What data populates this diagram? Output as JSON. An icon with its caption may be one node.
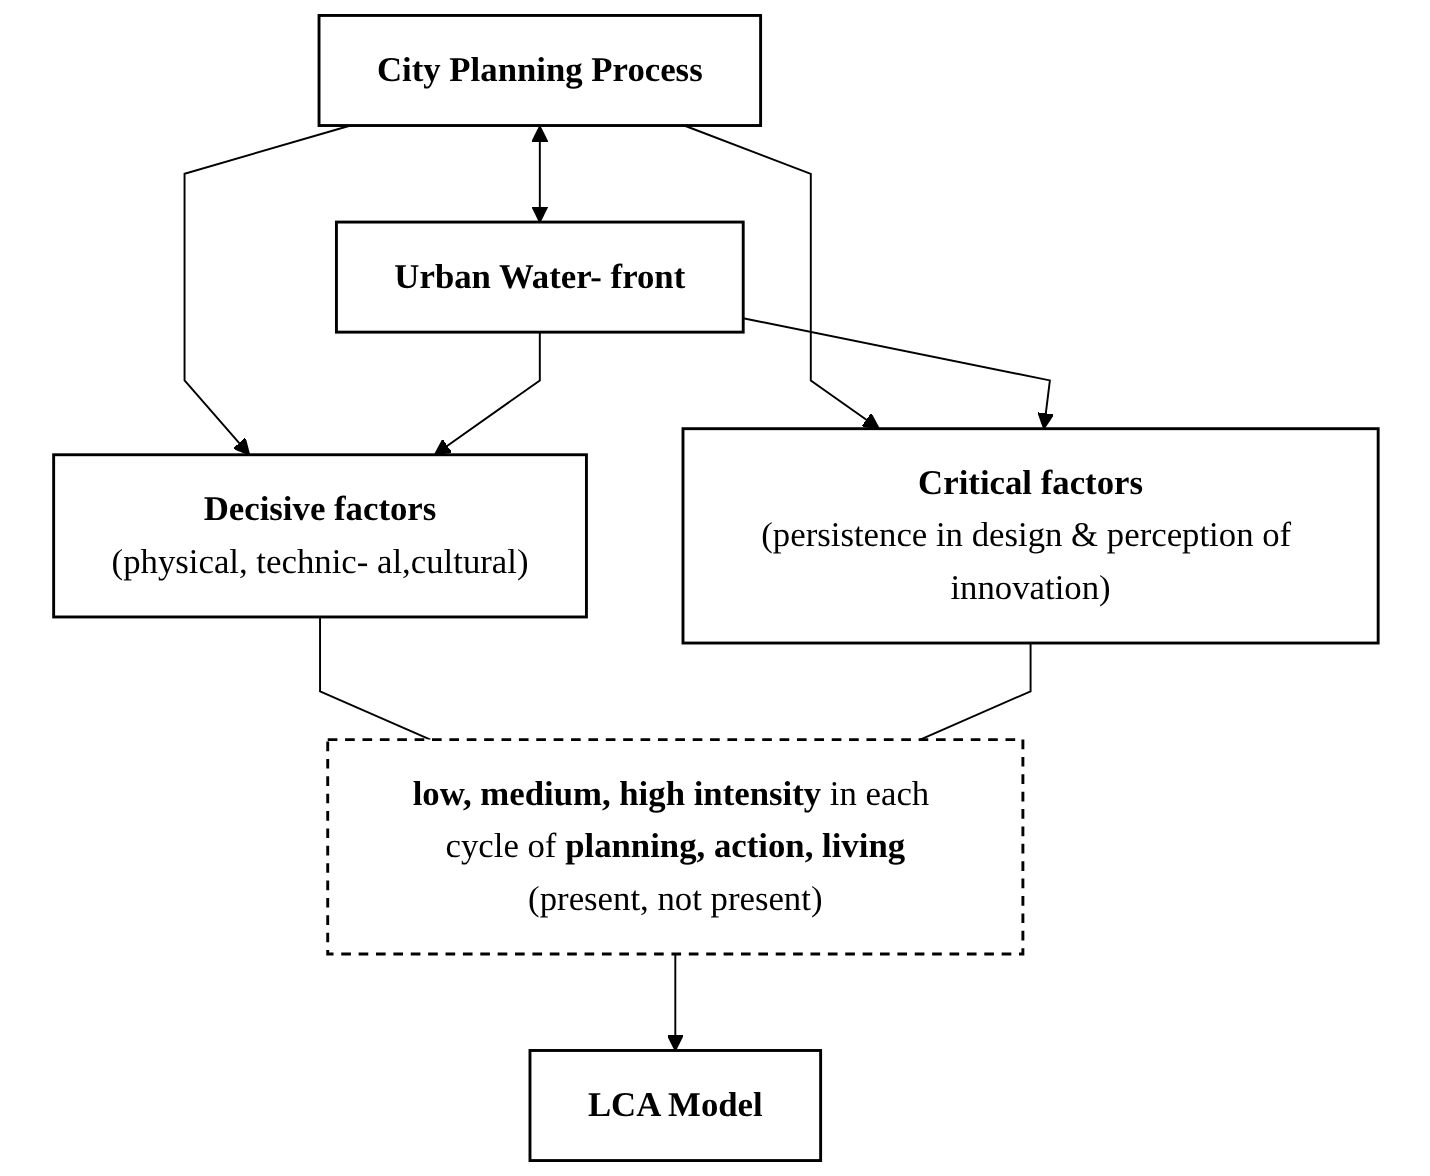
{
  "diagram": {
    "nodes": [
      {
        "text": [
          "City Planning Process"
        ]
      },
      {
        "text": [
          "Urban Water- front"
        ]
      },
      {
        "text": [
          "Decisive factors",
          "(physical, technic- al,cultural)"
        ]
      },
      {
        "text": [
          "Critical factors",
          "(persistence in design & perception of innovation)"
        ]
      },
      {
        "text": [
          "**low, medium, high intensity** in each cycle of **planning, action, living**",
          "(present, not present)"
        ]
      },
      {
        "text": [
          "LCA Model"
        ]
      }
    ],
    "edges": [
      {
        "from": 0,
        "to": 1,
        "arrow": "both"
      },
      {
        "from": 0,
        "to": 2,
        "arrow": "to"
      },
      {
        "from": 0,
        "to": 3,
        "arrow": "to"
      },
      {
        "from": 1,
        "to": 2,
        "arrow": "to"
      },
      {
        "from": 1,
        "to": 3,
        "arrow": "to"
      },
      {
        "from": 2,
        "to": 4,
        "arrow": "none"
      },
      {
        "from": 3,
        "to": 4,
        "arrow": "none"
      },
      {
        "from": 4,
        "to": 5,
        "arrow": "to"
      }
    ]
  }
}
